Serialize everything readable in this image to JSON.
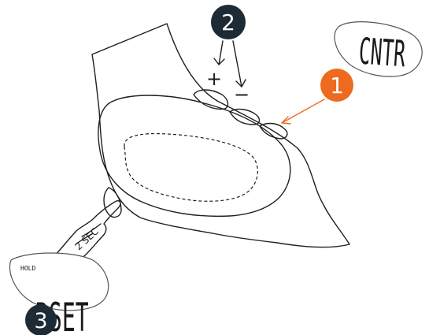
{
  "steps": {
    "step1": {
      "number": "1",
      "color": "#ee6a1f"
    },
    "step2": {
      "number": "2",
      "color": "#1d2b35"
    },
    "step3": {
      "number": "3",
      "color": "#1d2b35"
    }
  },
  "buttons": {
    "plus_symbol": "+",
    "minus_symbol": "−"
  },
  "displays": {
    "top_right": {
      "text": "CNTR"
    },
    "bottom_left": {
      "text": "RSET",
      "small_label": "HOLD"
    }
  },
  "hand": {
    "hold_text": "2 SEC"
  },
  "colors": {
    "device_fill": "#e6e6e6",
    "device_inner_fill": "#d9d9d9",
    "line": "#1f1f1f",
    "accent": "#ee6a1f",
    "dark_badge": "#1d2b35"
  }
}
